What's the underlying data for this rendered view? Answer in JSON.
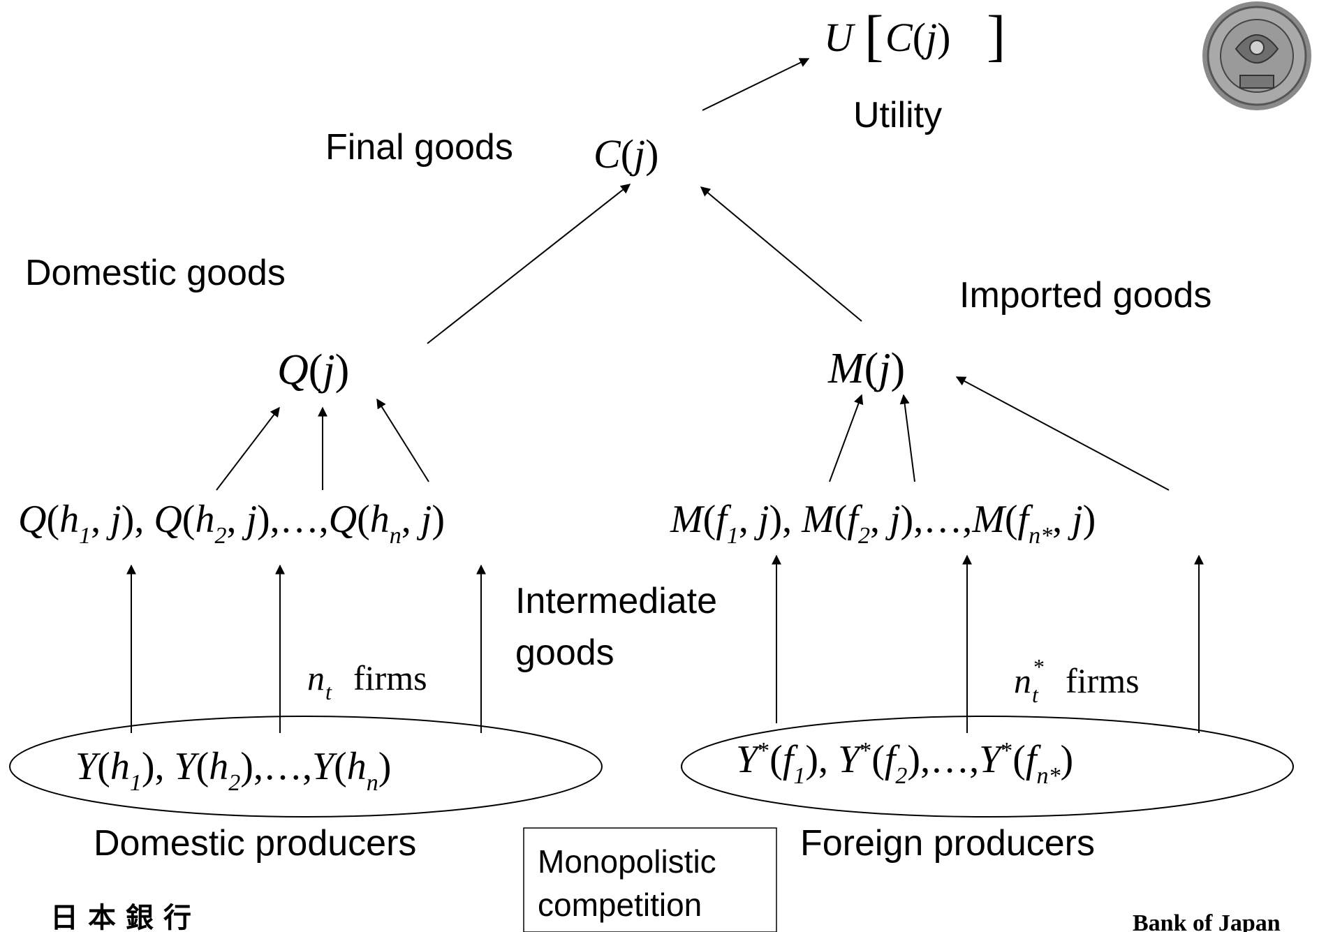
{
  "diagram": {
    "labels": {
      "utility": "Utility",
      "final_goods": "Final goods",
      "domestic_goods": "Domestic goods",
      "imported_goods": "Imported goods",
      "intermediate_line1": "Intermediate",
      "intermediate_line2": "goods",
      "domestic_producers": "Domestic producers",
      "foreign_producers": "Foreign producers",
      "monopolistic_line1": "Monopolistic",
      "monopolistic_line2": "competition",
      "firms": "firms"
    },
    "nodes": {
      "utility_U": "U",
      "utility_C": "C",
      "utility_j": "j",
      "final_C": "C",
      "final_j": "j",
      "domestic_Q": "Q",
      "domestic_j": "j",
      "imported_M": "M",
      "imported_j": "j"
    },
    "intermediate_domestic": [
      {
        "fn": "Q",
        "arg": "h",
        "sub": "1",
        "j": "j"
      },
      {
        "fn": "Q",
        "arg": "h",
        "sub": "2",
        "j": "j"
      },
      {
        "fn": "Q",
        "arg": "h",
        "sub": "n",
        "j": "j"
      }
    ],
    "intermediate_foreign": [
      {
        "fn": "M",
        "arg": "f",
        "sub": "1",
        "j": "j"
      },
      {
        "fn": "M",
        "arg": "f",
        "sub": "2",
        "j": "j"
      },
      {
        "fn": "M",
        "arg": "f",
        "sub": "n*",
        "j": "j"
      }
    ],
    "producers_domestic": [
      {
        "fn": "Y",
        "arg": "h",
        "sub": "1"
      },
      {
        "fn": "Y",
        "arg": "h",
        "sub": "2"
      },
      {
        "fn": "Y",
        "arg": "h",
        "sub": "n"
      }
    ],
    "producers_foreign": [
      {
        "fn": "Y*",
        "arg": "f",
        "sub": "1"
      },
      {
        "fn": "Y*",
        "arg": "f",
        "sub": "2"
      },
      {
        "fn": "Y*",
        "arg": "f",
        "sub": "n*"
      }
    ],
    "firm_counts": {
      "domestic_var": "n",
      "domestic_sub": "t",
      "foreign_var": "n",
      "foreign_sup": "*",
      "foreign_sub": "t"
    },
    "footer": {
      "logo_left": "日本銀行",
      "logo_right": "Bank of Japan"
    }
  }
}
